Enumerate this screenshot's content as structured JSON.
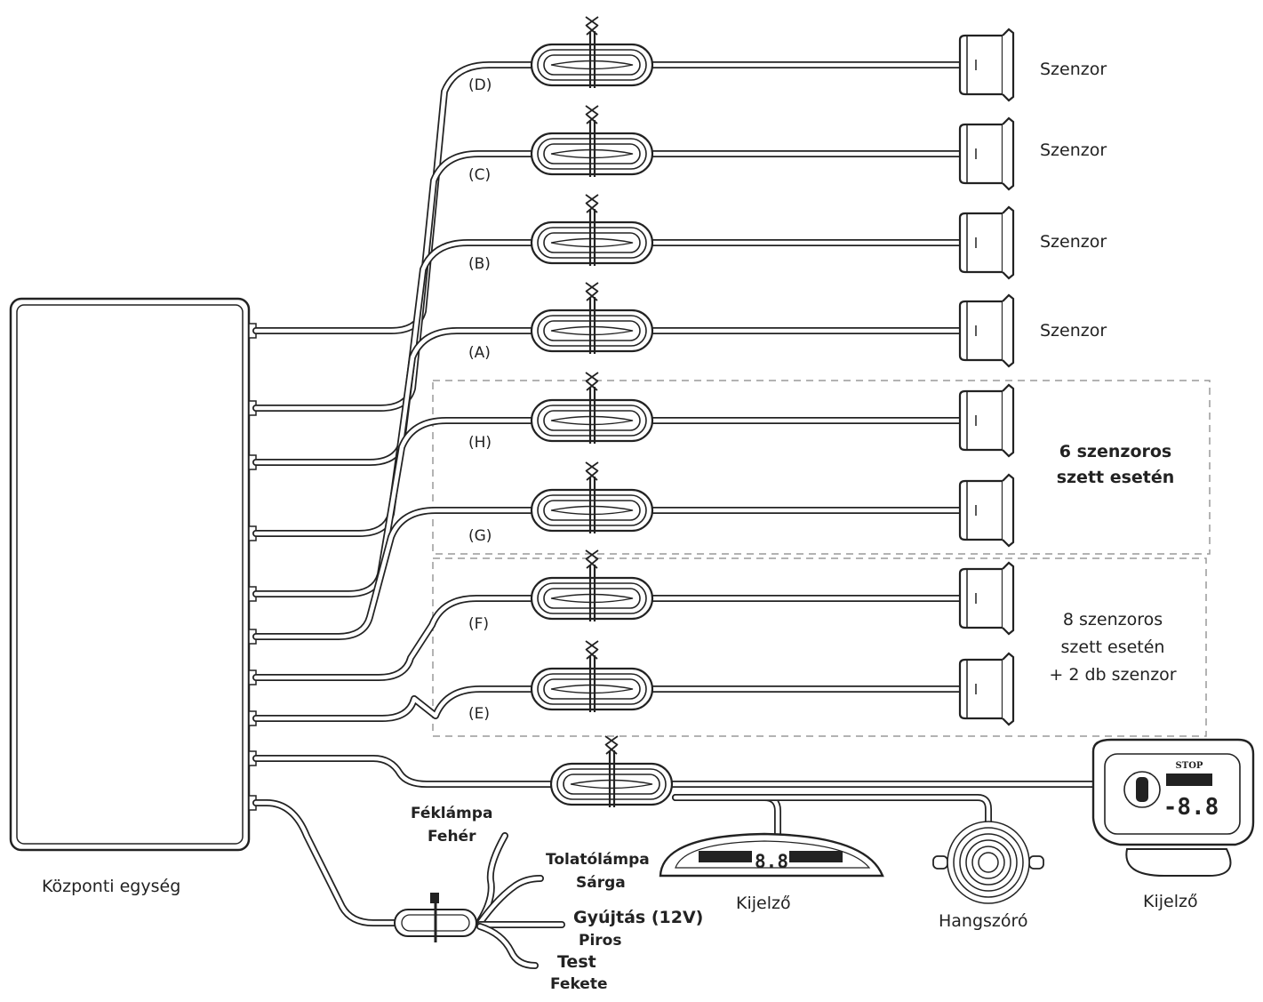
{
  "central_unit": {
    "label": "Központi egység"
  },
  "channels": [
    {
      "id": "D",
      "label": "(D)",
      "sensor_label": "Szenzor"
    },
    {
      "id": "C",
      "label": "(C)",
      "sensor_label": "Szenzor"
    },
    {
      "id": "B",
      "label": "(B)",
      "sensor_label": "Szenzor"
    },
    {
      "id": "A",
      "label": "(A)",
      "sensor_label": "Szenzor"
    },
    {
      "id": "H",
      "label": "(H)",
      "sensor_label": ""
    },
    {
      "id": "G",
      "label": "(G)",
      "sensor_label": ""
    },
    {
      "id": "F",
      "label": "(F)",
      "sensor_label": ""
    },
    {
      "id": "E",
      "label": "(E)",
      "sensor_label": ""
    }
  ],
  "notes": {
    "six_sensor": [
      "6 szenzoros",
      "szett esetén"
    ],
    "eight_sensor": [
      "8 szenzoros",
      "szett esetén",
      "+ 2 db szenzor"
    ]
  },
  "power_wires": {
    "brake_lamp": {
      "name": "Féklámpa",
      "color": "Fehér"
    },
    "reverse_lamp": {
      "name": "Tolatólámpa",
      "color": "Sárga"
    },
    "ignition": {
      "name": "Gyújtás (12V)",
      "color": "Piros"
    },
    "ground": {
      "name": "Test",
      "color": "Fekete"
    }
  },
  "components": {
    "display_bar": {
      "label": "Kijelző",
      "readout": "8.8"
    },
    "speaker": {
      "label": "Hangszóró"
    },
    "display_mirror": {
      "label": "Kijelző",
      "readout": "-8.8",
      "stop_text": "STOP"
    }
  }
}
